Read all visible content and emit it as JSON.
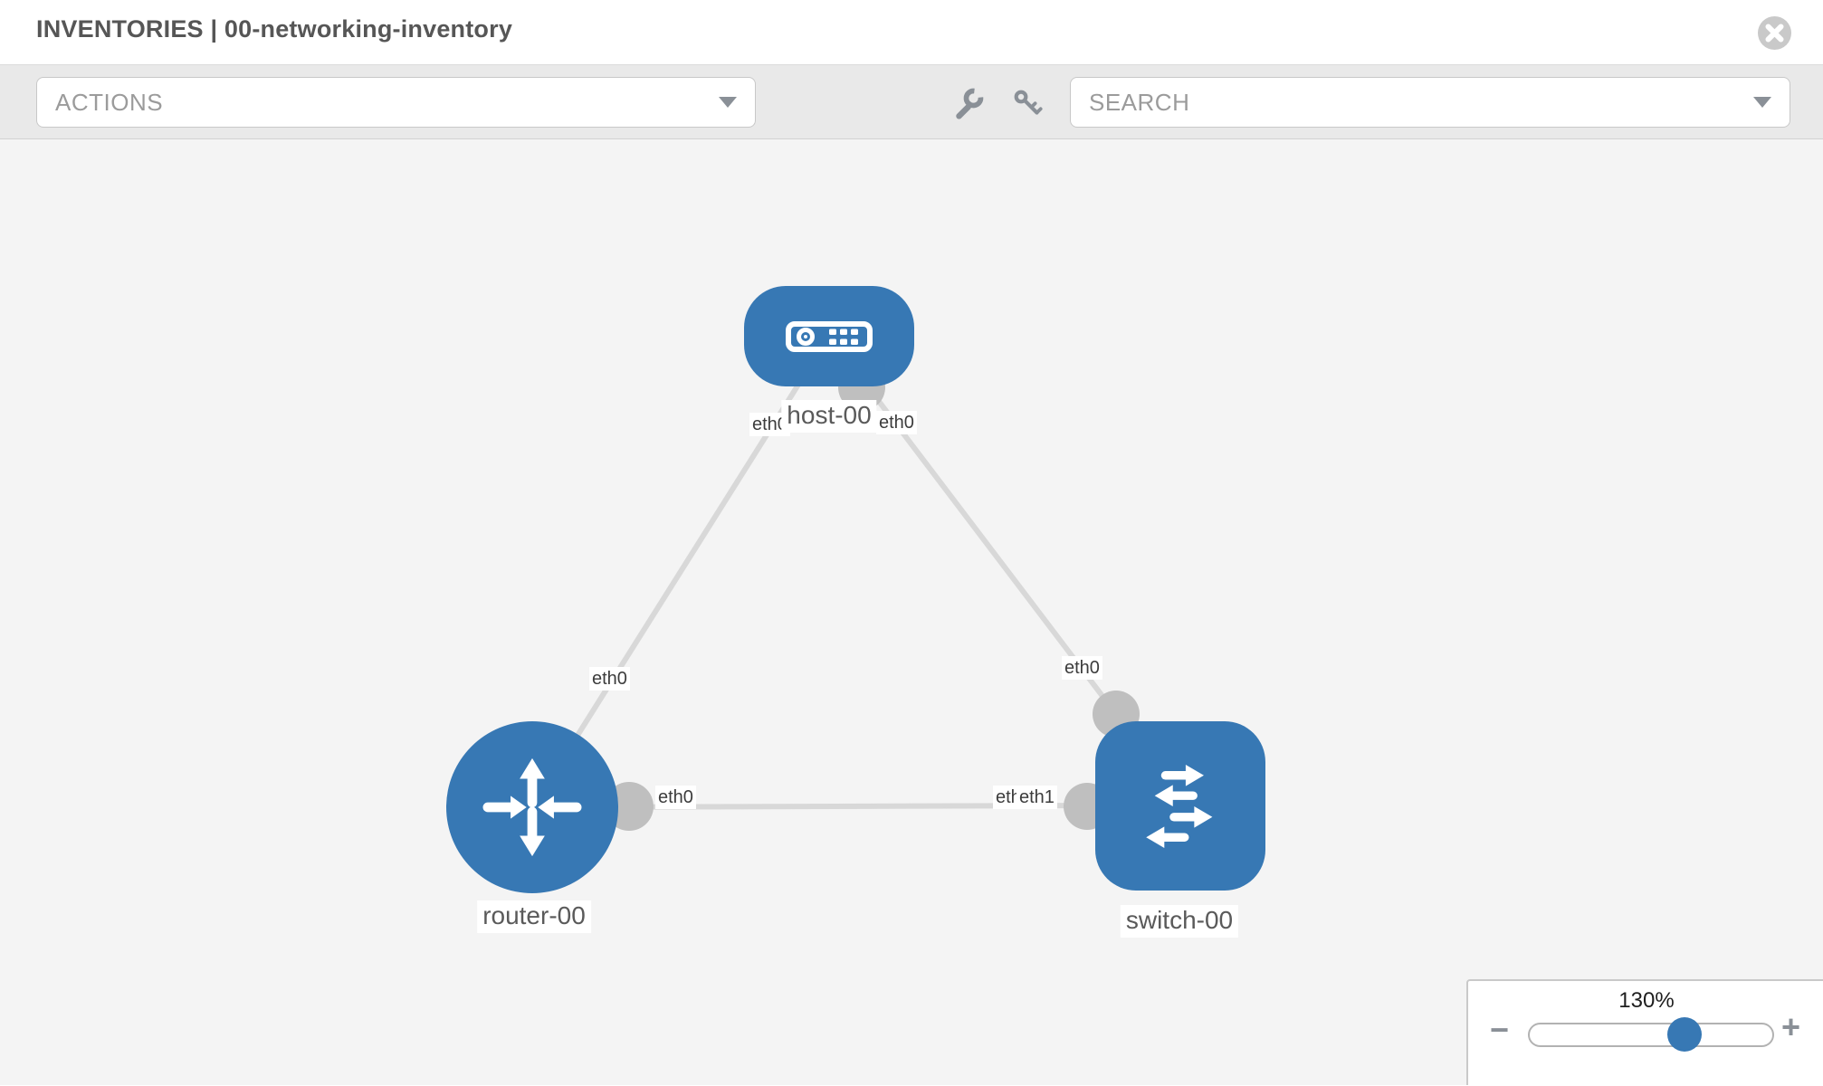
{
  "header": {
    "title": "INVENTORIES | 00-networking-inventory"
  },
  "toolbar": {
    "actions_label": "ACTIONS",
    "search_label": "SEARCH",
    "icons": [
      "wrench-icon",
      "key-icon"
    ]
  },
  "diagram": {
    "nodes": [
      {
        "id": "host-00",
        "type": "host",
        "label": "host-00"
      },
      {
        "id": "router-00",
        "type": "router",
        "label": "router-00"
      },
      {
        "id": "switch-00",
        "type": "switch",
        "label": "switch-00"
      }
    ],
    "links": [
      {
        "from": "host-00",
        "from_interface": "eth0",
        "to": "router-00",
        "to_interface": "eth0"
      },
      {
        "from": "host-00",
        "from_interface": "eth0",
        "to": "switch-00",
        "to_interface": "eth0"
      },
      {
        "from": "router-00",
        "from_interface": "eth0",
        "to": "switch-00",
        "to_interface": "eth1"
      }
    ],
    "interface_labels": {
      "host_left": "eth0",
      "host_right": "eth0",
      "router_top": "eth0",
      "router_right": "eth0",
      "switch_top": "eth0",
      "switch_left_back": "eth0",
      "switch_left_front": "eth1"
    }
  },
  "zoom_control": {
    "value": "130%",
    "minus_label": "−",
    "plus_label": "+"
  },
  "colors": {
    "node_blue": "#3778b4",
    "link_gray": "#d8d8d8",
    "bubble_gray": "#bfbfbf",
    "toolbar_gray": "#e9e9e9",
    "canvas_gray": "#f4f4f4"
  }
}
